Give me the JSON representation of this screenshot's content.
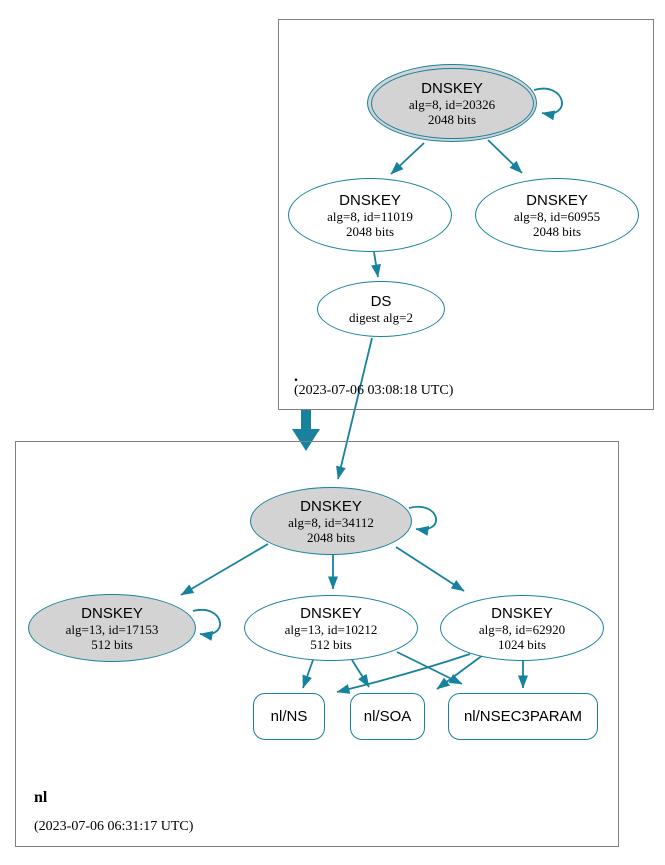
{
  "colors": {
    "teal": "#16829d",
    "node_fill": "#d3d3d3",
    "box_border": "#808080",
    "background": "#ffffff",
    "text": "#000000"
  },
  "zones": {
    "root": {
      "name": ".",
      "timestamp": "(2023-07-06 03:08:18 UTC)"
    },
    "nl": {
      "name": "nl",
      "timestamp": "(2023-07-06 06:31:17 UTC)"
    }
  },
  "nodes": {
    "root_ksk": {
      "title": "DNSKEY",
      "detail": "alg=8, id=20326",
      "bits": "2048 bits"
    },
    "root_zsk_11019": {
      "title": "DNSKEY",
      "detail": "alg=8, id=11019",
      "bits": "2048 bits"
    },
    "root_zsk_60955": {
      "title": "DNSKEY",
      "detail": "alg=8, id=60955",
      "bits": "2048 bits"
    },
    "ds": {
      "title": "DS",
      "detail": "digest alg=2"
    },
    "nl_ksk_34112": {
      "title": "DNSKEY",
      "detail": "alg=8, id=34112",
      "bits": "2048 bits"
    },
    "nl_key_17153": {
      "title": "DNSKEY",
      "detail": "alg=13, id=17153",
      "bits": "512 bits"
    },
    "nl_key_10212": {
      "title": "DNSKEY",
      "detail": "alg=13, id=10212",
      "bits": "512 bits"
    },
    "nl_key_62920": {
      "title": "DNSKEY",
      "detail": "alg=8, id=62920",
      "bits": "1024 bits"
    },
    "rrset_ns": {
      "label": "nl/NS"
    },
    "rrset_soa": {
      "label": "nl/SOA"
    },
    "rrset_nsec3param": {
      "label": "nl/NSEC3PARAM"
    }
  }
}
